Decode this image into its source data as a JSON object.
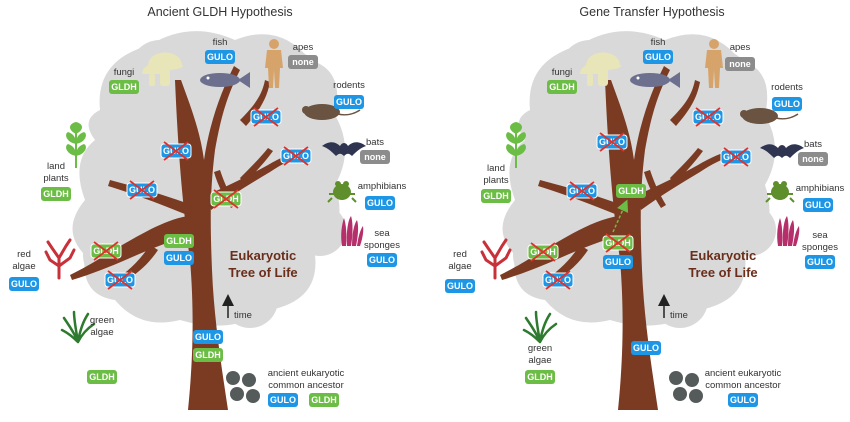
{
  "panels": [
    {
      "title": "Ancient GLDH Hypothesis",
      "tree_label_line1": "Eukaryotic",
      "tree_label_line2": "Tree of Life",
      "time_label": "time",
      "ancestor_label_line1": "ancient eukaryotic",
      "ancestor_label_line2": "common ancestor",
      "organisms": {
        "fish": "fish",
        "apes": "apes",
        "fungi": "fungi",
        "rodents": "rodents",
        "bats": "bats",
        "land_plants_1": "land",
        "land_plants_2": "plants",
        "amphibians": "amphibians",
        "sea_sponges_1": "sea",
        "sea_sponges_2": "sponges",
        "red_algae_1": "red",
        "red_algae_2": "algae",
        "green_algae_1": "green",
        "green_algae_2": "algae"
      }
    },
    {
      "title": "Gene Transfer Hypothesis",
      "tree_label_line1": "Eukaryotic",
      "tree_label_line2": "Tree of Life",
      "time_label": "time",
      "ancestor_label_line1": "ancient eukaryotic",
      "ancestor_label_line2": "common ancestor",
      "organisms": {
        "fish": "fish",
        "apes": "apes",
        "fungi": "fungi",
        "rodents": "rodents",
        "bats": "bats",
        "land_plants_1": "land",
        "land_plants_2": "plants",
        "amphibians": "amphibians",
        "sea_sponges_1": "sea",
        "sea_sponges_2": "sponges",
        "red_algae_1": "red",
        "red_algae_2": "algae",
        "green_algae_1": "green",
        "green_algae_2": "algae"
      }
    }
  ],
  "badges": {
    "gulo": "GULO",
    "gldh": "GLDH",
    "none": "none"
  },
  "colors": {
    "gulo": "#1e96e6",
    "gldh": "#6cbd45",
    "none": "#8c8c8c",
    "tree": "#7a3b22",
    "canopy": "#d9d9d9",
    "cross": "#e0312b"
  }
}
